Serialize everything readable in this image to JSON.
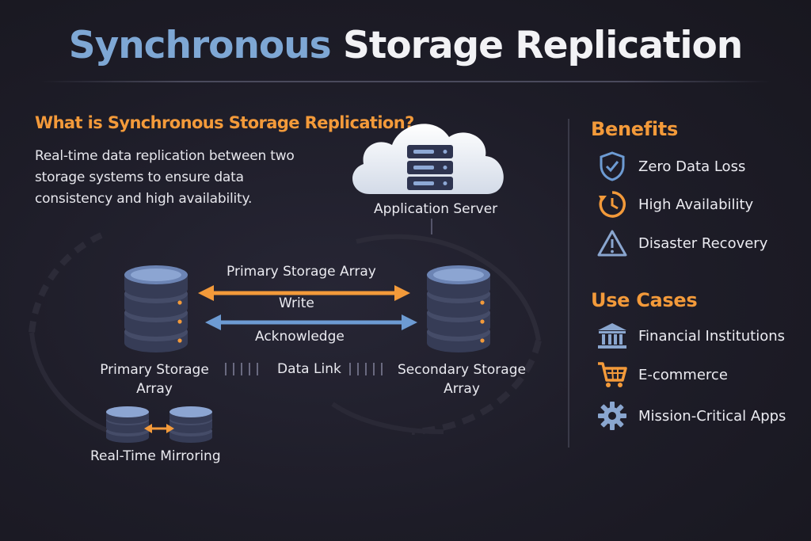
{
  "title": {
    "part1": "Synchronous",
    "part2": "Storage Replication"
  },
  "intro": {
    "heading": "What is Synchronous Storage Replication?",
    "description": "Real-time data replication between two storage systems to ensure data consistency and high availability."
  },
  "diagram": {
    "application_server": "Application Server",
    "link_label": "Primary Storage Array",
    "write_label": "Write",
    "acknowledge_label": "Acknowledge",
    "primary_array": "Primary Storage Array",
    "data_link": "Data Link",
    "secondary_array": "Secondary Storage Array",
    "mirroring": "Real-Time Mirroring"
  },
  "benefits": {
    "heading": "Benefits",
    "items": [
      {
        "label": "Zero Data Loss",
        "icon": "shield-check-icon"
      },
      {
        "label": "High Availability",
        "icon": "clock-refresh-icon"
      },
      {
        "label": "Disaster Recovery",
        "icon": "warning-triangle-icon"
      }
    ]
  },
  "use_cases": {
    "heading": "Use Cases",
    "items": [
      {
        "label": "Financial Institutions",
        "icon": "bank-icon"
      },
      {
        "label": "E-commerce",
        "icon": "shopping-cart-icon"
      },
      {
        "label": "Mission-Critical Apps",
        "icon": "gear-icon"
      }
    ]
  },
  "colors": {
    "accent_orange": "#f39a3a",
    "accent_blue": "#6d9bd3",
    "title_blue": "#7ea7d4",
    "background": "#1d1c27"
  }
}
